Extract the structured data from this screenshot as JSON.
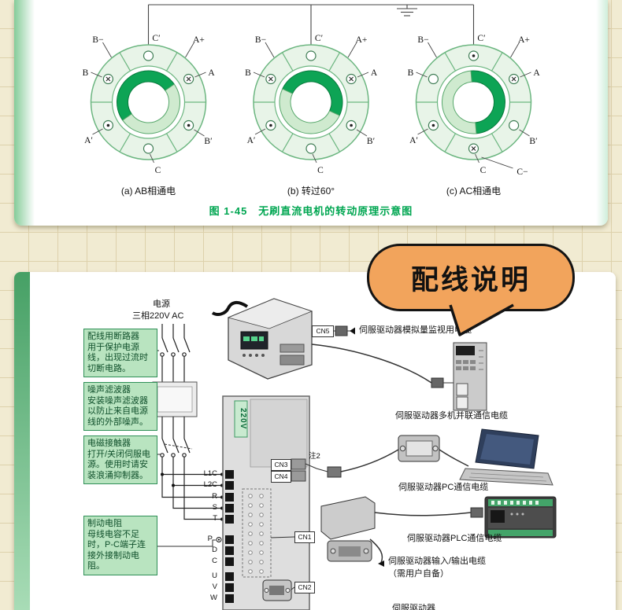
{
  "colors": {
    "caption_green": "#00a651",
    "bubble_orange": "#f2a45c",
    "annotation_green": "#b9e4c0",
    "card_strip_green": "#46a065",
    "rotor_green": "#0da455"
  },
  "figure": {
    "caption": "图 1-45　无刷直流电机的转动原理示意图",
    "diagrams": [
      {
        "sub_label": "(a) AB相通电",
        "labels": {
          "b_minus": "B−",
          "c_prime": "C′",
          "a_plus": "A+",
          "b": "B",
          "a": "A",
          "a_prime": "A′",
          "b_prime": "B′",
          "c": "C"
        }
      },
      {
        "sub_label": "(b) 转过60°",
        "labels": {
          "b_minus": "B−",
          "c_prime": "C′",
          "a_plus": "A+",
          "b": "B",
          "a": "A",
          "a_prime": "A′",
          "b_prime": "B′",
          "c": "C"
        }
      },
      {
        "sub_label": "(c) AC相通电",
        "labels": {
          "b_minus": "B−",
          "c_prime": "C′",
          "a_plus": "A+",
          "b": "B",
          "a": "A",
          "a_prime": "A′",
          "b_prime": "B′",
          "c": "C",
          "c_minus": "C−"
        }
      }
    ]
  },
  "bubble": {
    "label": "配线说明"
  },
  "wiring": {
    "power_line1": "电源",
    "power_line2": "三相220V AC",
    "drive_voltage": "220V",
    "note2": "注2",
    "annotations": [
      {
        "title": "配线用断路器",
        "body": "用于保护电源线，出现过流时切断电路。"
      },
      {
        "title": "噪声滤波器",
        "body": "安装噪声滤波器以防止来自电源线的外部噪声。"
      },
      {
        "title": "电磁接触器",
        "body": "打开/关闭伺服电源。使用时请安装浪涌抑制器。"
      },
      {
        "title": "制动电阻",
        "body": "母线电容不足时，P-C端子连接外接制动电阻。"
      }
    ],
    "connectors": {
      "cn5": "CN5",
      "cn3": "CN3",
      "cn4": "CN4",
      "cn1": "CN1",
      "cn2": "CN2"
    },
    "terminals": {
      "group1": [
        "L1C",
        "L2C",
        "R",
        "S",
        "T"
      ],
      "group2": [
        "P",
        "D",
        "C"
      ],
      "group3": [
        "U",
        "V",
        "W"
      ]
    },
    "cables": {
      "analog": "伺服驱动器模拟量监视用电缆",
      "parallel": "伺服驱动器多机并联通信电缆",
      "pc": "伺服驱动器PC通信电缆",
      "plc": "伺服驱动器PLC通信电缆",
      "io_line1": "伺服驱动器输入/输出电缆",
      "io_line2": "（需用户自备）",
      "bottom_partial": "伺服驱动器"
    }
  }
}
